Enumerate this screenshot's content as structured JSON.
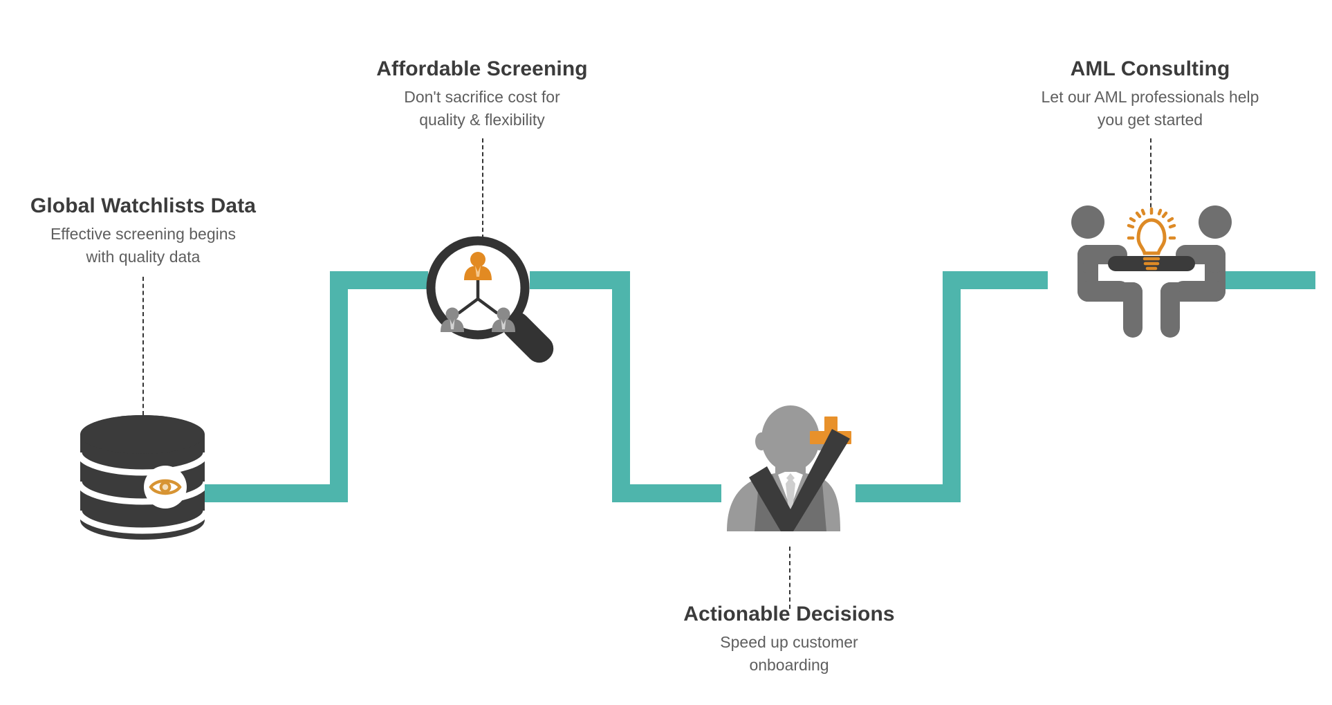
{
  "diagram": {
    "title_text": "",
    "background_color": "#ffffff",
    "accent_teal": "#4eb5ac",
    "accent_orange": "#dd8a26",
    "dark_charcoal": "#3b3b3b",
    "gray_figure": "#808080",
    "title_color": "#3b3b3b",
    "subtitle_color": "#5e5e5e",
    "connector_color": "#333333"
  },
  "steps": [
    {
      "id": "global-watchlists-data",
      "title": "Global Watchlists Data",
      "subtitle_lines": [
        "Effective screening begins",
        "with quality data"
      ],
      "icon": "database-eye-icon",
      "position": "bottom-left",
      "order": 1
    },
    {
      "id": "affordable-screening",
      "title": "Affordable Screening",
      "subtitle_lines": [
        "Don't sacrifice cost for",
        "quality & flexibility"
      ],
      "icon": "magnifier-org-chart-icon",
      "position": "top",
      "order": 2
    },
    {
      "id": "actionable-decisions",
      "title": "Actionable Decisions",
      "subtitle_lines": [
        "Speed up customer",
        "onboarding"
      ],
      "icon": "person-check-plus-icon",
      "position": "bottom",
      "order": 3
    },
    {
      "id": "aml-consulting",
      "title": "AML Consulting",
      "subtitle_lines": [
        "Let our AML professionals help",
        "you get started"
      ],
      "icon": "consulting-lightbulb-icon",
      "position": "top-right",
      "order": 4
    }
  ]
}
